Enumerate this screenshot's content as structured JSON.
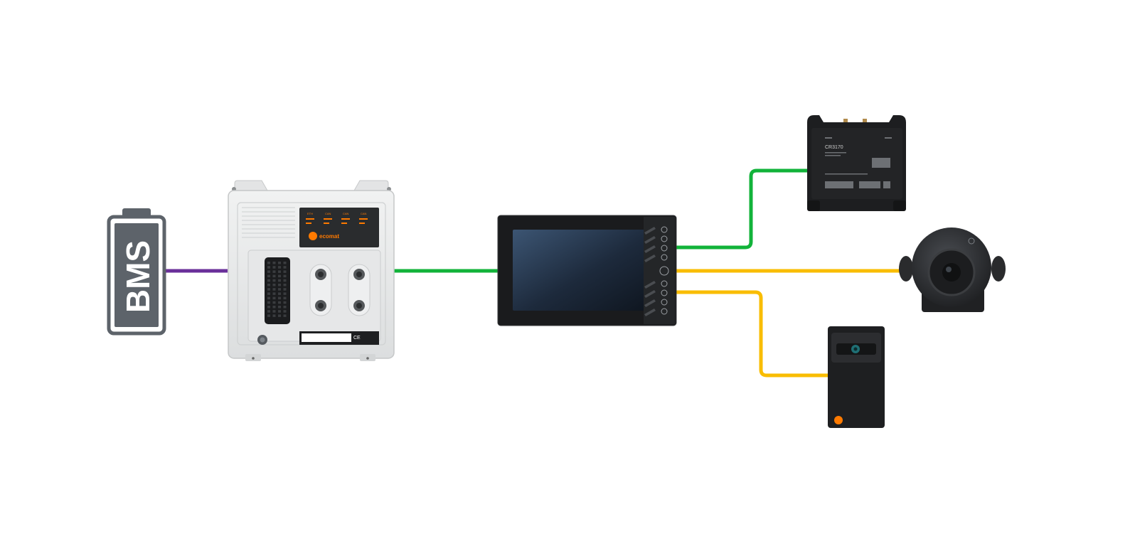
{
  "battery": {
    "label": "BMS"
  },
  "controller": {
    "brand": "ecomat",
    "panel_labels": [
      "ETH",
      "CAN",
      "CAN",
      "CAN"
    ]
  },
  "router": {
    "model": "CR3170"
  },
  "colors": {
    "bms_link": "#6a2f9a",
    "can_link": "#12b33a",
    "video_link": "#f9bd00",
    "battery": "#5d636a",
    "device_dark": "#1c1d1f",
    "controller_body": "#e9eaea",
    "brand_orange": "#ff7a00"
  }
}
